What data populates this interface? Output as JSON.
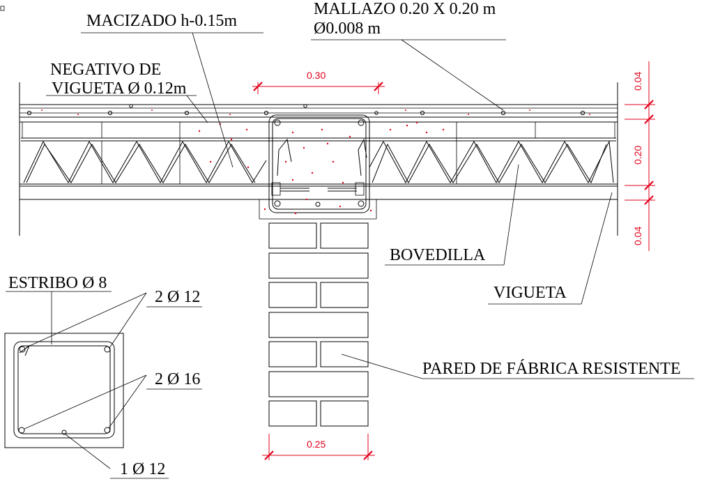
{
  "colors": {
    "line": "#000000",
    "dimension": "#e0001a",
    "background": "#ffffff"
  },
  "labels": {
    "macizado": "MACIZADO h-0.15m",
    "mallazo_line1": "MALLAZO 0.20 X 0.20 m",
    "mallazo_line2": "Ø0.008 m",
    "negativo_line1": "NEGATIVO DE",
    "negativo_line2": "VIGUETA Ø 0.12m",
    "bovedilla": "BOVEDILLA",
    "vigueta": "VIGUETA",
    "pared": "PARED DE FÁBRICA RESISTENTE",
    "estribo": "ESTRIBO Ø 8",
    "bars_top": "2 Ø 12",
    "bars_bottom": "2 Ø 16",
    "bar_single": "1 Ø 12"
  },
  "dimensions": {
    "beam_width": "0.30",
    "wall_width": "0.25",
    "top_layer": "0.04",
    "slab_depth": "0.20",
    "bottom_layer": "0.04"
  }
}
